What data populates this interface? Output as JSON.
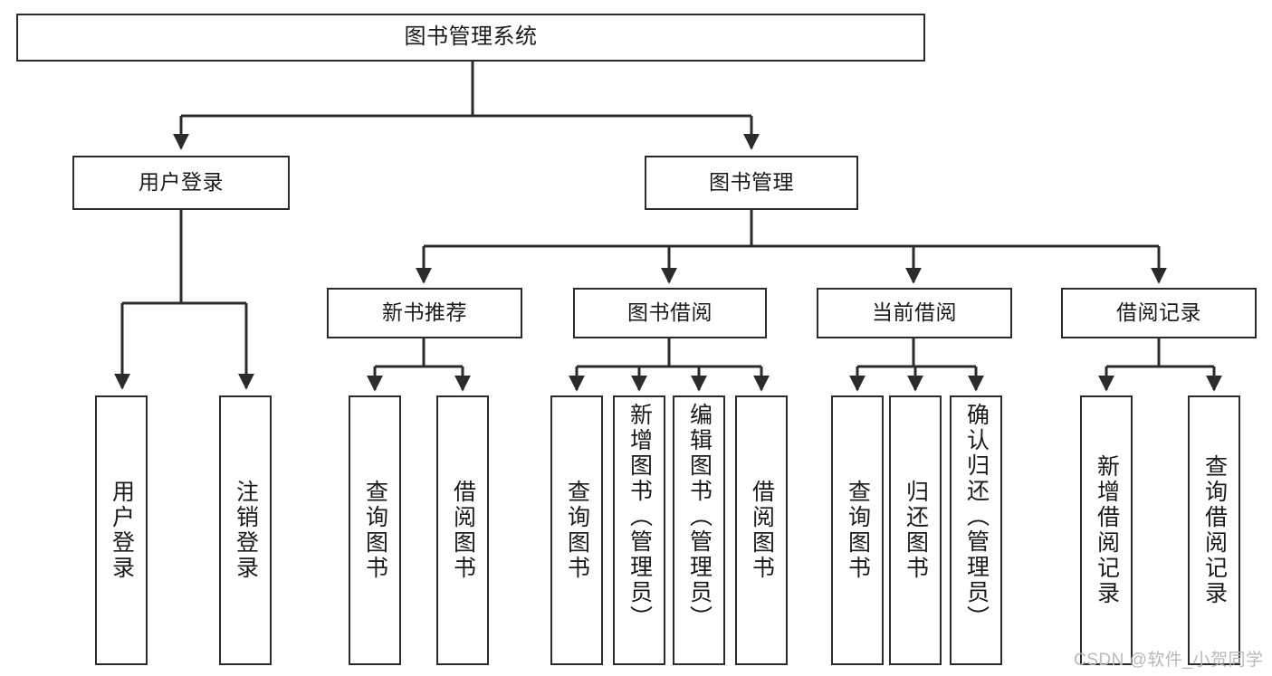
{
  "diagram": {
    "title": "图书管理系统",
    "type": "tree-hierarchy-chart",
    "line_color": "#2b2b2b",
    "box_fill": "#ffffff",
    "text_color": "#1a1a1a"
  },
  "nodes": {
    "root": {
      "label": "图书管理系统"
    },
    "level2": [
      {
        "id": "user-login",
        "label": "用户登录"
      },
      {
        "id": "book-management",
        "label": "图书管理"
      }
    ],
    "level3": [
      {
        "id": "new-book-recommend",
        "label": "新书推荐"
      },
      {
        "id": "book-borrow",
        "label": "图书借阅"
      },
      {
        "id": "current-borrow",
        "label": "当前借阅"
      },
      {
        "id": "borrow-record",
        "label": "借阅记录"
      }
    ],
    "leaves": {
      "user_login": [
        {
          "id": "leaf-user-login",
          "label": "用户登录"
        },
        {
          "id": "leaf-logout",
          "label": "注销登录"
        }
      ],
      "new_book_recommend": [
        {
          "id": "leaf-query-book-1",
          "label": "查询图书"
        },
        {
          "id": "leaf-borrow-book-1",
          "label": "借阅图书"
        }
      ],
      "book_borrow": [
        {
          "id": "leaf-query-book-2",
          "label": "查询图书"
        },
        {
          "id": "leaf-add-book",
          "label": "新增图书（管理员）"
        },
        {
          "id": "leaf-edit-book",
          "label": "编辑图书（管理员）"
        },
        {
          "id": "leaf-borrow-book-2",
          "label": "借阅图书"
        }
      ],
      "current_borrow": [
        {
          "id": "leaf-query-book-3",
          "label": "查询图书"
        },
        {
          "id": "leaf-return-book",
          "label": "归还图书"
        },
        {
          "id": "leaf-confirm-return",
          "label": "确认归还（管理员）"
        }
      ],
      "borrow_record": [
        {
          "id": "leaf-add-record",
          "label": "新增借阅记录"
        },
        {
          "id": "leaf-query-record",
          "label": "查询借阅记录"
        }
      ]
    }
  },
  "watermark": {
    "text": "CSDN @软件_小贺同学"
  }
}
